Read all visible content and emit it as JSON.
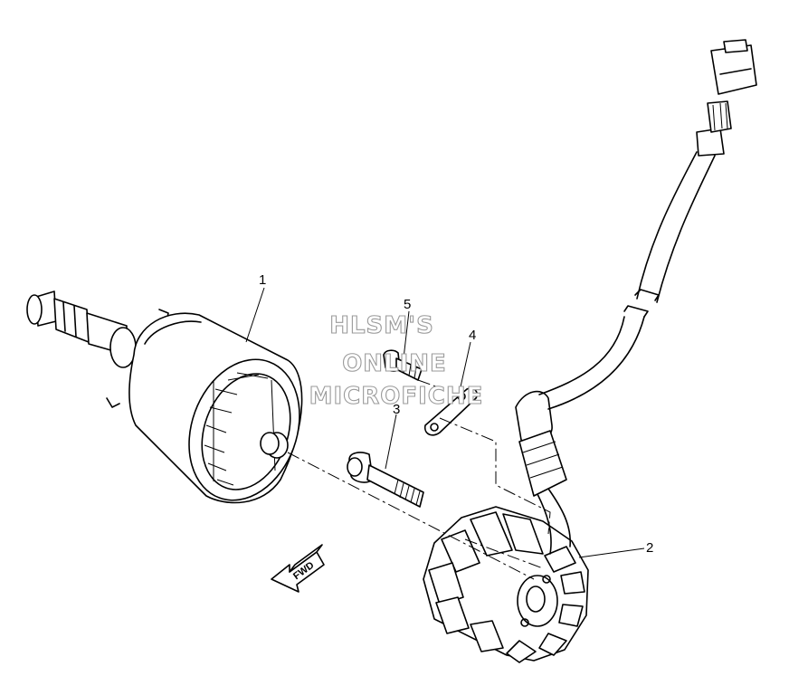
{
  "callouts": {
    "c1": "1",
    "c2": "2",
    "c3": "3",
    "c4": "4",
    "c5": "5"
  },
  "watermark": {
    "line1": "HLSM'S",
    "line2": "ONLINE",
    "line3": "MICROFICHE"
  },
  "direction_label": "FWD",
  "colors": {
    "ink": "#000000",
    "background": "#ffffff",
    "watermark_outline": "#9a9a9a"
  },
  "icons": {
    "direction": "fwd-arrow-icon"
  }
}
